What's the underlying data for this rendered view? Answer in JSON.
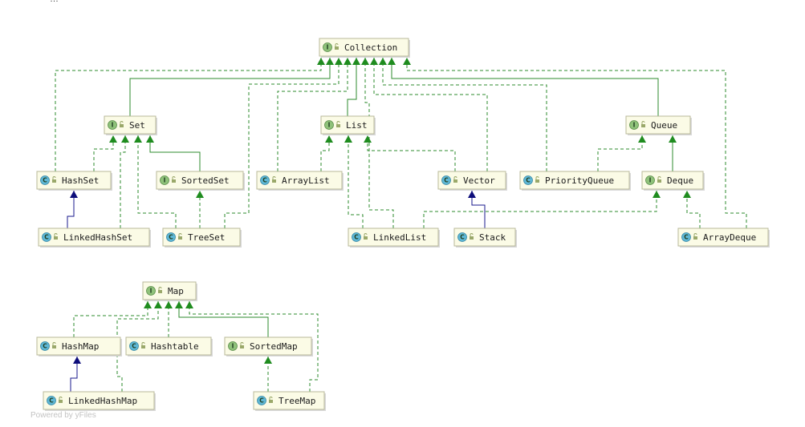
{
  "credit": "Powered by yFiles",
  "top_text": "…",
  "colors": {
    "interface_badge": "#8fc27a",
    "class_badge": "#5fb8d6",
    "realization": "#2e8b2e",
    "inheritance_class": "#1a1a8c"
  },
  "nodes": {
    "collection": {
      "label": "Collection",
      "kind": "I"
    },
    "set": {
      "label": "Set",
      "kind": "I"
    },
    "list": {
      "label": "List",
      "kind": "I"
    },
    "queue": {
      "label": "Queue",
      "kind": "I"
    },
    "hashset": {
      "label": "HashSet",
      "kind": "C"
    },
    "sortedset": {
      "label": "SortedSet",
      "kind": "I"
    },
    "arraylist": {
      "label": "ArrayList",
      "kind": "C"
    },
    "vector": {
      "label": "Vector",
      "kind": "C"
    },
    "priorityqueue": {
      "label": "PriorityQueue",
      "kind": "C"
    },
    "deque": {
      "label": "Deque",
      "kind": "I"
    },
    "linkedhashset": {
      "label": "LinkedHashSet",
      "kind": "C"
    },
    "treeset": {
      "label": "TreeSet",
      "kind": "C"
    },
    "linkedlist": {
      "label": "LinkedList",
      "kind": "C"
    },
    "stack": {
      "label": "Stack",
      "kind": "C"
    },
    "arraydeque": {
      "label": "ArrayDeque",
      "kind": "C"
    },
    "map": {
      "label": "Map",
      "kind": "I"
    },
    "hashmap": {
      "label": "HashMap",
      "kind": "C"
    },
    "hashtable": {
      "label": "Hashtable",
      "kind": "C"
    },
    "sortedmap": {
      "label": "SortedMap",
      "kind": "I"
    },
    "linkedhashmap": {
      "label": "LinkedHashMap",
      "kind": "C"
    },
    "treemap": {
      "label": "TreeMap",
      "kind": "C"
    }
  }
}
